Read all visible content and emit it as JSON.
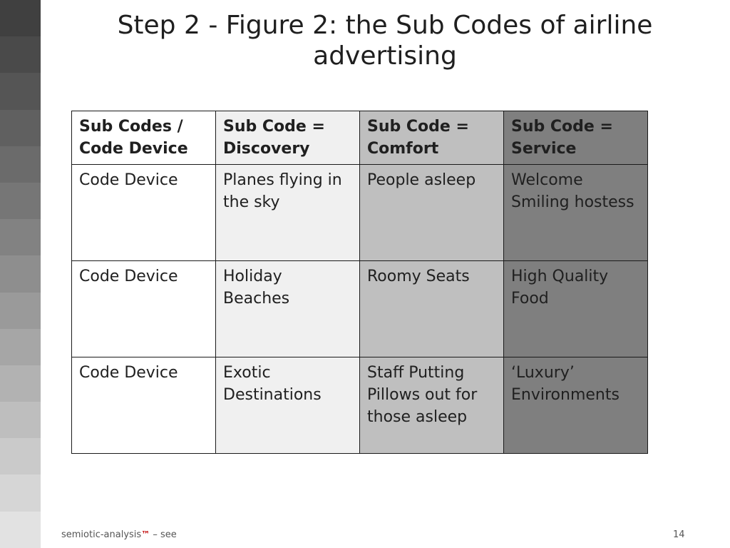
{
  "slide": {
    "title_line1": "Step 2 - Figure 2: the Sub Codes of airline",
    "title_line2": "advertising",
    "page_number": "14"
  },
  "sidebar_colors": [
    "#404040",
    "#4a4a4a",
    "#555555",
    "#606060",
    "#6b6b6b",
    "#767676",
    "#828282",
    "#8e8e8e",
    "#9a9a9a",
    "#a6a6a6",
    "#b2b2b2",
    "#bebebe",
    "#cacaca",
    "#d6d6d6",
    "#e2e2e2"
  ],
  "table": {
    "headers": [
      [
        "Sub Codes /",
        "Code Device"
      ],
      [
        "Sub Code =",
        "Discovery"
      ],
      [
        "Sub Code =",
        "Comfort"
      ],
      [
        "Sub Code =",
        "Service"
      ]
    ],
    "rows": [
      [
        "Code Device",
        "Planes flying in the sky",
        "People asleep",
        "Welcome Smiling hostess"
      ],
      [
        "Code Device",
        "Holiday Beaches",
        "Roomy Seats",
        "High Quality Food"
      ],
      [
        "Code Device",
        "Exotic Destinations",
        "Staff Putting Pillows out for those asleep",
        "‘Luxury’ Environments"
      ]
    ],
    "column_colors": [
      "#ffffff",
      "#f0f0f0",
      "#bfbfbf",
      "#7f7f7f"
    ]
  },
  "footer": {
    "brand": "semiotic-analysis",
    "trademark": "™",
    "suffix": " – see"
  }
}
